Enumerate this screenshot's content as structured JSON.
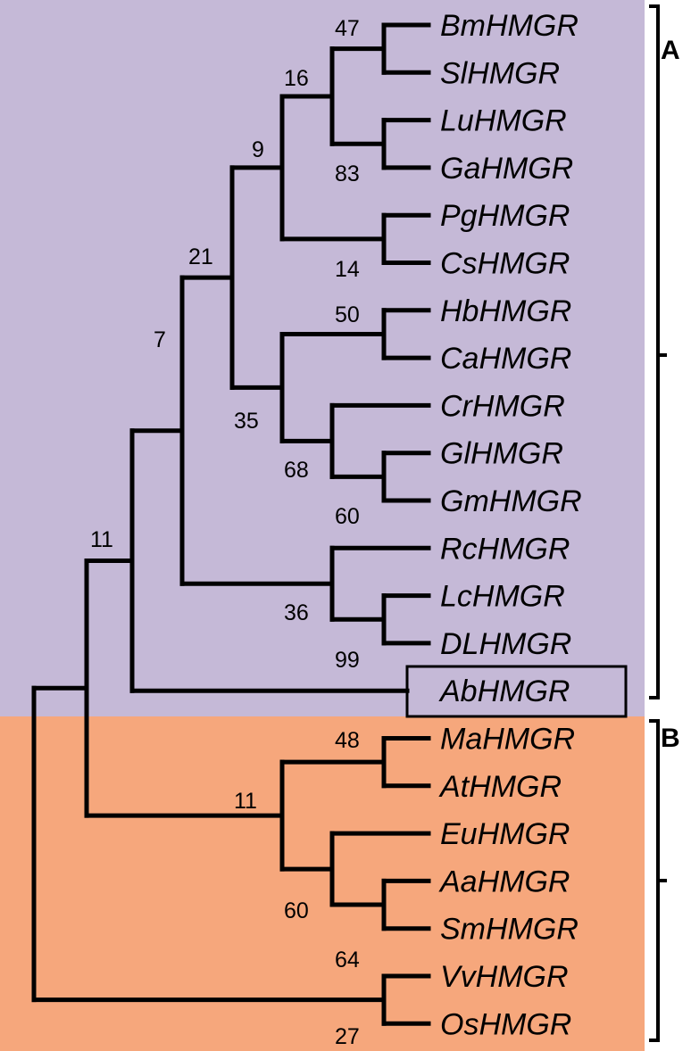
{
  "colors": {
    "clade_a_background": "#c5b9d7",
    "clade_b_background": "#f6a77c",
    "lines": "#000000"
  },
  "taxa": [
    "BmHMGR",
    "SlHMGR",
    "LuHMGR",
    "GaHMGR",
    "PgHMGR",
    "CsHMGR",
    "HbHMGR",
    "CaHMGR",
    "CrHMGR",
    "GlHMGR",
    "GmHMGR",
    "RcHMGR",
    "LcHMGR",
    "DLHMGR",
    "AbHMGR",
    "MaHMGR",
    "AtHMGR",
    "EuHMGR",
    "AaHMGR",
    "SmHMGR",
    "VvHMGR",
    "OsHMGR"
  ],
  "highlighted_taxon": "AbHMGR",
  "clades": [
    {
      "label": "A",
      "members": [
        "BmHMGR",
        "SlHMGR",
        "LuHMGR",
        "GaHMGR",
        "PgHMGR",
        "CsHMGR",
        "HbHMGR",
        "CaHMGR",
        "CrHMGR",
        "GlHMGR",
        "GmHMGR",
        "RcHMGR",
        "LcHMGR",
        "DLHMGR",
        "AbHMGR"
      ]
    },
    {
      "label": "B",
      "members": [
        "MaHMGR",
        "AtHMGR",
        "EuHMGR",
        "AaHMGR",
        "SmHMGR",
        "VvHMGR",
        "OsHMGR"
      ]
    }
  ],
  "bootstrap_values": {
    "BmHMGR+SlHMGR": "47",
    "Bm-Sl+Lu-Ga": "16",
    "LuHMGR+GaHMGR": "83",
    "Bm..Ga+PgCs": "9",
    "PgHMGR+CsHMGR": "14",
    "Bm..Cs+Hb..Gm": "21",
    "HbHMGR+CaHMGR": "50",
    "Hb-Ca+Cr-Gm": "35",
    "CrHMGR+Gl-Gm": "68",
    "GlHMGR+GmHMGR": "60",
    "Bm..Gm+Rc..DL": "7",
    "RcHMGR+Lc-DL": "36",
    "LcHMGR+DLHMGR": "99",
    "cladeA_root": "11",
    "MaHMGR+AtHMGR": "48",
    "Ma-At+Eu..Sm": "11",
    "EuHMGR+Aa-Sm": "60",
    "AaHMGR+SmHMGR": "64",
    "VvHMGR+OsHMGR": "27"
  }
}
